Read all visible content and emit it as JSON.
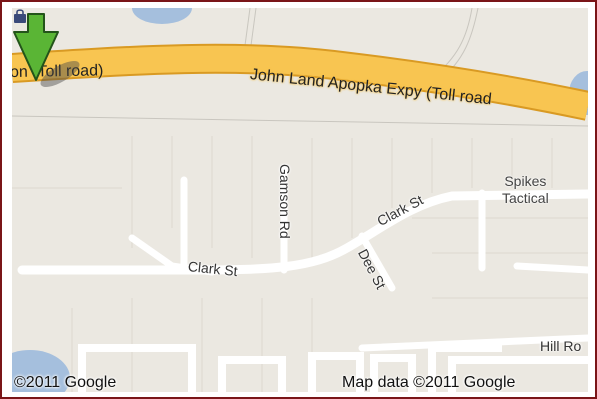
{
  "map": {
    "highway_label_left": "on (Toll road)",
    "highway_label_main": "John Land Apopka Expy (Toll road",
    "streets": {
      "clark_st_west": "Clark St",
      "clark_st_east": "Clark St",
      "gamson_rd": "Gamson Rd",
      "dee_st": "Dee St",
      "hill_rd": "Hill Ro"
    },
    "poi": {
      "name_line1": "Spikes",
      "name_line2": "Tactical",
      "icon": "shopping-bag-icon"
    },
    "marker": {
      "icon": "green-arrow-marker-icon",
      "color": "#5ab535"
    },
    "copyright": "©2011 Google",
    "map_data": "Map data ©2011 Google",
    "colors": {
      "frame_border": "#7a1518",
      "land": "#ebe8e1",
      "highway": "#f8c551",
      "road": "#ffffff",
      "water": "#a5bfdd"
    }
  }
}
